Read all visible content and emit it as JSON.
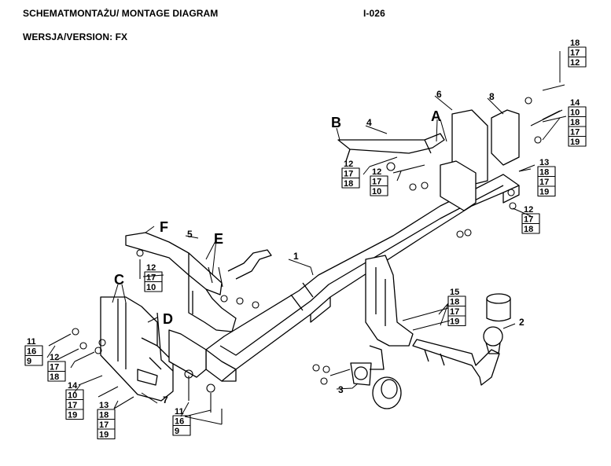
{
  "header": {
    "title": "SCHEMATMONTAŻU/ MONTAGE DIAGRAM",
    "code": "I-026",
    "version": "WERSJA/VERSION:  FX"
  },
  "parts": {
    "p1": "1",
    "p2": "2",
    "p3": "3",
    "p4": "4",
    "p5": "5",
    "p6": "6",
    "p7": "7",
    "p8": "8"
  },
  "letters": {
    "A": "A",
    "B": "B",
    "C": "C",
    "D": "D",
    "E": "E",
    "F": "F"
  },
  "stacks": [
    {
      "id": "s_tr_top",
      "items": [
        "18",
        "17",
        "12"
      ]
    },
    {
      "id": "s_tr_14",
      "items": [
        "14",
        "10",
        "18",
        "17",
        "19"
      ]
    },
    {
      "id": "s_r_13",
      "items": [
        "13",
        "18",
        "17",
        "19"
      ]
    },
    {
      "id": "s_r_12",
      "items": [
        "12",
        "17",
        "18"
      ]
    },
    {
      "id": "s_m_12a",
      "items": [
        "12",
        "17",
        "18"
      ]
    },
    {
      "id": "s_m_12b",
      "items": [
        "12",
        "17",
        "10"
      ]
    },
    {
      "id": "s_m_15",
      "items": [
        "15",
        "18",
        "17",
        "19"
      ]
    },
    {
      "id": "s_l_12",
      "items": [
        "12",
        "17",
        "10"
      ]
    },
    {
      "id": "s_l_11",
      "items": [
        "11",
        "16",
        "9"
      ]
    },
    {
      "id": "s_l_12b",
      "items": [
        "12",
        "17",
        "18"
      ]
    },
    {
      "id": "s_l_14",
      "items": [
        "14",
        "10",
        "17",
        "19"
      ]
    },
    {
      "id": "s_l_13",
      "items": [
        "13",
        "18",
        "17",
        "19"
      ]
    },
    {
      "id": "s_b_11",
      "items": [
        "11",
        "16",
        "9"
      ]
    }
  ]
}
